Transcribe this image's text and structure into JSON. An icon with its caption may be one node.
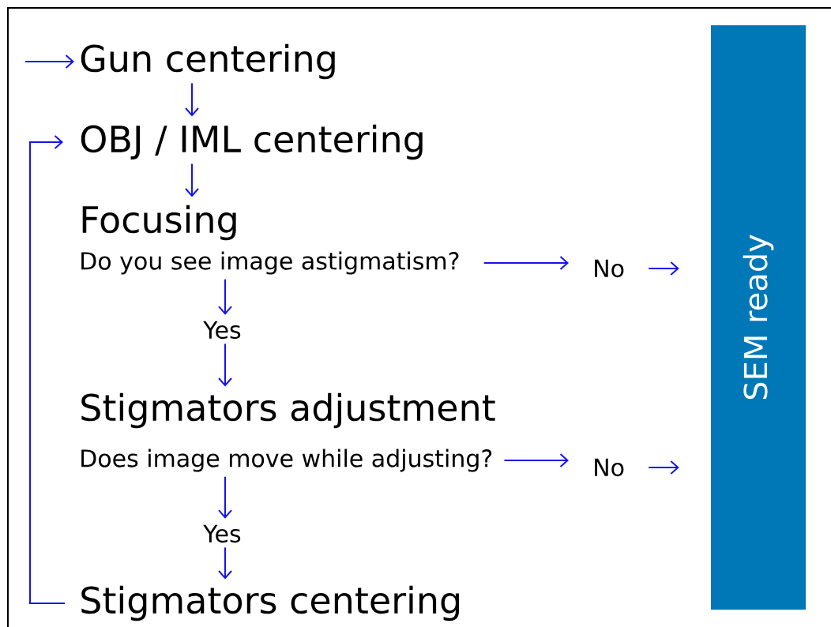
{
  "diagram": {
    "nodes": [
      {
        "text": [
          "Gun centering"
        ]
      },
      {
        "text": [
          "OBJ / IML centering"
        ]
      },
      {
        "text": [
          "Focusing"
        ]
      },
      {
        "text": [
          "Do you see image astigmatism?"
        ]
      },
      {
        "text": [
          "No"
        ]
      },
      {
        "text": [
          "SEM ready"
        ]
      },
      {
        "text": [
          "Yes"
        ]
      },
      {
        "text": [
          "Stigmators adjustment"
        ]
      },
      {
        "text": [
          "Does image move while adjusting?"
        ]
      },
      {
        "text": [
          "No"
        ]
      },
      {
        "text": [
          "Yes"
        ]
      },
      {
        "text": [
          "Stigmators centering"
        ]
      }
    ],
    "edges": [
      {
        "from": null,
        "to": 0,
        "arrow": "to"
      },
      {
        "from": 0,
        "to": 1,
        "arrow": "to"
      },
      {
        "from": 1,
        "to": 2,
        "arrow": "to"
      },
      {
        "from": 3,
        "to": 4,
        "arrow": "to"
      },
      {
        "from": 4,
        "to": 5,
        "arrow": "to"
      },
      {
        "from": 3,
        "to": 6,
        "arrow": "to"
      },
      {
        "from": 6,
        "to": 7,
        "arrow": "to"
      },
      {
        "from": 8,
        "to": 9,
        "arrow": "to"
      },
      {
        "from": 9,
        "to": 5,
        "arrow": "to"
      },
      {
        "from": 8,
        "to": 10,
        "arrow": "to"
      },
      {
        "from": 10,
        "to": 11,
        "arrow": "to"
      },
      {
        "from": 11,
        "to": 1,
        "arrow": "to"
      }
    ]
  }
}
